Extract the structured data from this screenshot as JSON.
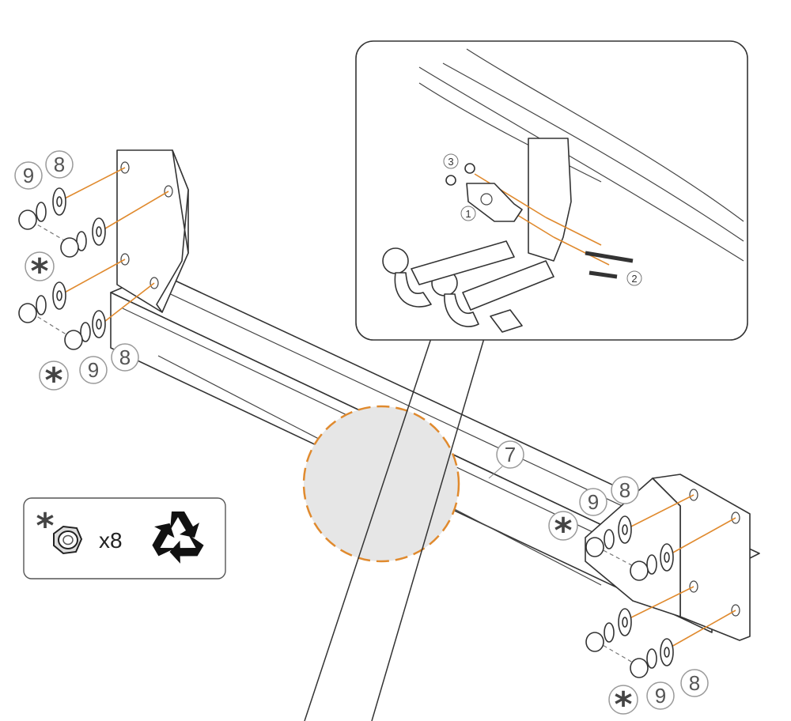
{
  "callouts": {
    "nut_top_left": "9",
    "washer_top_left": "8",
    "nut_mid_left": "9",
    "washer_mid_left": "8",
    "tube": "7",
    "nut_right_top": "9",
    "washer_right_top": "8",
    "nut_right_bottom": "9",
    "washer_right_bottom": "8",
    "detail_plate": "1",
    "detail_bolts": "2",
    "detail_nuts": "3"
  },
  "star_marker": "*",
  "legend": {
    "star": "*",
    "quantity": "x8",
    "recycle_icon": "recycle-icon"
  },
  "colors": {
    "accent": "#e08a2e",
    "circle_fill": "#e6e6e6",
    "line": "#333333"
  }
}
